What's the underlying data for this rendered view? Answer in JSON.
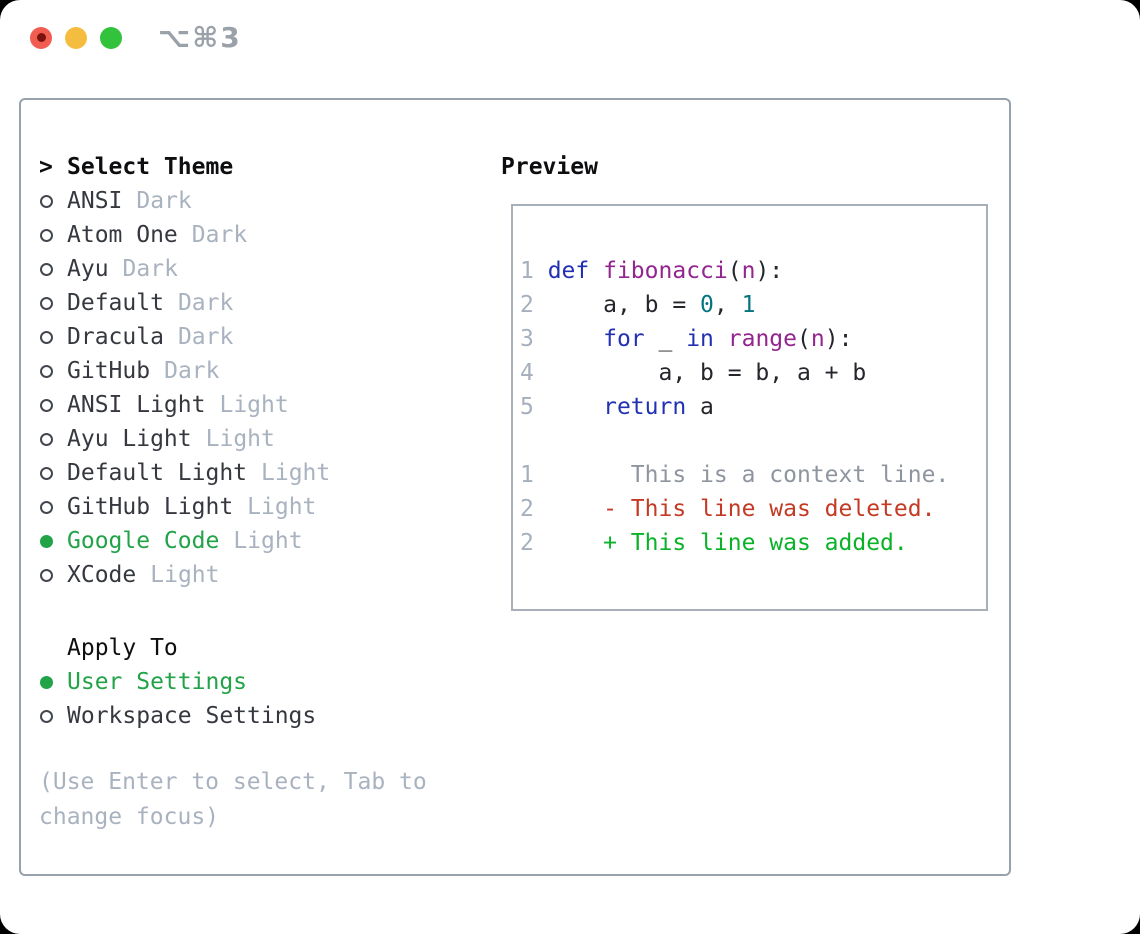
{
  "colors": {
    "accent_green": "#22a348",
    "muted_gray": "#a9b2bf",
    "text_dark": "#35393f",
    "keyword_blue": "#2230b2",
    "name_purple": "#93258f",
    "number_teal": "#047481",
    "line_number_gray": "#a6b0bd",
    "context_gray": "#8f959f",
    "deleted_red": "#c43a24",
    "added_green": "#0ab228",
    "traffic_red": "#f15e51",
    "traffic_yellow": "#f5bd40",
    "traffic_green": "#33c23c"
  },
  "titlebar": {
    "shortcut": "⌥⌘3"
  },
  "theme_list": {
    "header_prefix": ">",
    "header": "Select Theme",
    "items": [
      {
        "label": "ANSI",
        "variant": "Dark",
        "selected": false
      },
      {
        "label": "Atom One",
        "variant": "Dark",
        "selected": false
      },
      {
        "label": "Ayu",
        "variant": "Dark",
        "selected": false
      },
      {
        "label": "Default",
        "variant": "Dark",
        "selected": false
      },
      {
        "label": "Dracula",
        "variant": "Dark",
        "selected": false
      },
      {
        "label": "GitHub",
        "variant": "Dark",
        "selected": false
      },
      {
        "label": "ANSI Light",
        "variant": "Light",
        "selected": false
      },
      {
        "label": "Ayu Light",
        "variant": "Light",
        "selected": false
      },
      {
        "label": "Default Light",
        "variant": "Light",
        "selected": false
      },
      {
        "label": "GitHub Light",
        "variant": "Light",
        "selected": false
      },
      {
        "label": "Google Code",
        "variant": "Light",
        "selected": true
      },
      {
        "label": "XCode",
        "variant": "Light",
        "selected": false
      }
    ]
  },
  "apply_to": {
    "header": "Apply To",
    "options": [
      {
        "label": "User Settings",
        "selected": true
      },
      {
        "label": "Workspace Settings",
        "selected": false
      }
    ]
  },
  "help_text": "(Use Enter to select, Tab to change focus)",
  "preview": {
    "header": "Preview",
    "code_lines": [
      {
        "number": "1",
        "segments": [
          {
            "style": "kw",
            "text": "def"
          },
          {
            "style": "plain",
            "text": " "
          },
          {
            "style": "fn",
            "text": "fibonacci"
          },
          {
            "style": "plain",
            "text": "("
          },
          {
            "style": "fn",
            "text": "n"
          },
          {
            "style": "plain",
            "text": "):"
          }
        ]
      },
      {
        "number": "2",
        "segments": [
          {
            "style": "plain",
            "text": "    a, b = "
          },
          {
            "style": "num",
            "text": "0"
          },
          {
            "style": "plain",
            "text": ", "
          },
          {
            "style": "num",
            "text": "1"
          }
        ]
      },
      {
        "number": "3",
        "segments": [
          {
            "style": "plain",
            "text": "    "
          },
          {
            "style": "kw",
            "text": "for"
          },
          {
            "style": "plain",
            "text": " _ "
          },
          {
            "style": "kw",
            "text": "in"
          },
          {
            "style": "plain",
            "text": " "
          },
          {
            "style": "fn",
            "text": "range"
          },
          {
            "style": "plain",
            "text": "("
          },
          {
            "style": "fn",
            "text": "n"
          },
          {
            "style": "plain",
            "text": "):"
          }
        ]
      },
      {
        "number": "4",
        "segments": [
          {
            "style": "plain",
            "text": "        a, b = b, a + b"
          }
        ]
      },
      {
        "number": "5",
        "segments": [
          {
            "style": "plain",
            "text": "    "
          },
          {
            "style": "kw",
            "text": "return"
          },
          {
            "style": "plain",
            "text": " a"
          }
        ]
      }
    ],
    "diff_lines": [
      {
        "number": "1",
        "segments": [
          {
            "style": "ctx",
            "text": "      This is a context line."
          }
        ]
      },
      {
        "number": "2",
        "segments": [
          {
            "style": "del",
            "text": "    - This line was deleted."
          }
        ]
      },
      {
        "number": "2",
        "segments": [
          {
            "style": "add",
            "text": "    + This line was added."
          }
        ]
      }
    ]
  }
}
